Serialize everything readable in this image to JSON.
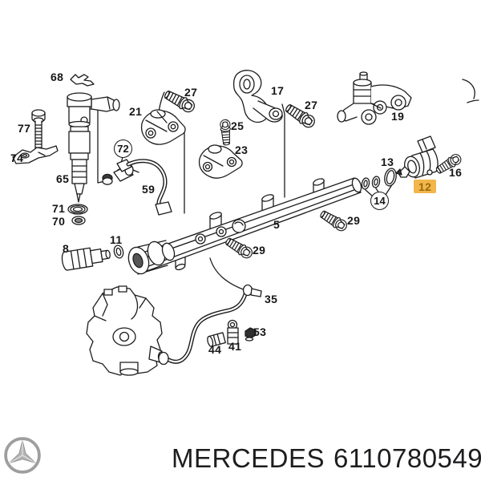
{
  "footer": {
    "logo_icon": "mercedes-star-icon",
    "brand": "MERCEDES",
    "part_number": "6110780549"
  },
  "diagram": {
    "highlight_color": "#F2B64B",
    "parts": [
      {
        "number": "68",
        "style": "plain"
      },
      {
        "number": "77",
        "style": "plain"
      },
      {
        "number": "74",
        "style": "plain"
      },
      {
        "number": "65",
        "style": "plain"
      },
      {
        "number": "71",
        "style": "plain"
      },
      {
        "number": "70",
        "style": "plain"
      },
      {
        "number": "8",
        "style": "plain"
      },
      {
        "number": "11",
        "style": "plain"
      },
      {
        "number": "72",
        "style": "circled"
      },
      {
        "number": "59",
        "style": "plain"
      },
      {
        "number": "21",
        "style": "plain"
      },
      {
        "number": "27",
        "style": "plain"
      },
      {
        "number": "25",
        "style": "plain"
      },
      {
        "number": "23",
        "style": "plain"
      },
      {
        "number": "17",
        "style": "plain"
      },
      {
        "number": "27",
        "style": "plain"
      },
      {
        "number": "19",
        "style": "plain"
      },
      {
        "number": "13",
        "style": "plain"
      },
      {
        "number": "16",
        "style": "plain"
      },
      {
        "number": "12",
        "style": "highlighted"
      },
      {
        "number": "14",
        "style": "circled"
      },
      {
        "number": "5",
        "style": "plain"
      },
      {
        "number": "29",
        "style": "plain"
      },
      {
        "number": "29",
        "style": "plain"
      },
      {
        "number": "35",
        "style": "plain"
      },
      {
        "number": "44",
        "style": "plain"
      },
      {
        "number": "41",
        "style": "plain"
      },
      {
        "number": "53",
        "style": "plain"
      }
    ]
  }
}
